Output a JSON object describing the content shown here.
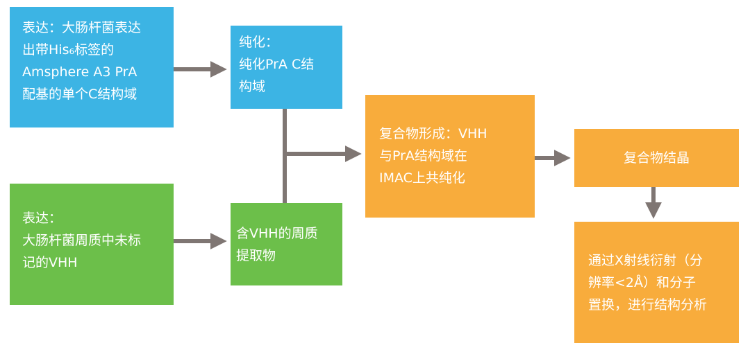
{
  "colors": {
    "blue": "#3cb4e4",
    "green": "#6cbf4a",
    "orange": "#f8ac3c",
    "arrow": "#7f7673"
  },
  "nodes": {
    "express_prA": "表达：大肠杆菌表达\n出带His₆标签的\nAmsphere A3 PrA\n配基的单个C结构域",
    "purify": "纯化：\n纯化PrA C结\n构域",
    "express_vhh": "表达：\n大肠杆菌周质中未标\n记的VHH",
    "vhh_extract": "含VHH的周质\n提取物",
    "complex_formation": "复合物形成：VHH\n与PrA结构域在\nIMAC上共纯化",
    "crystallization": "复合物结晶",
    "analysis": "通过X射线衍射（分\n辨率<2Å）和分子\n置换，进行结构分析"
  }
}
